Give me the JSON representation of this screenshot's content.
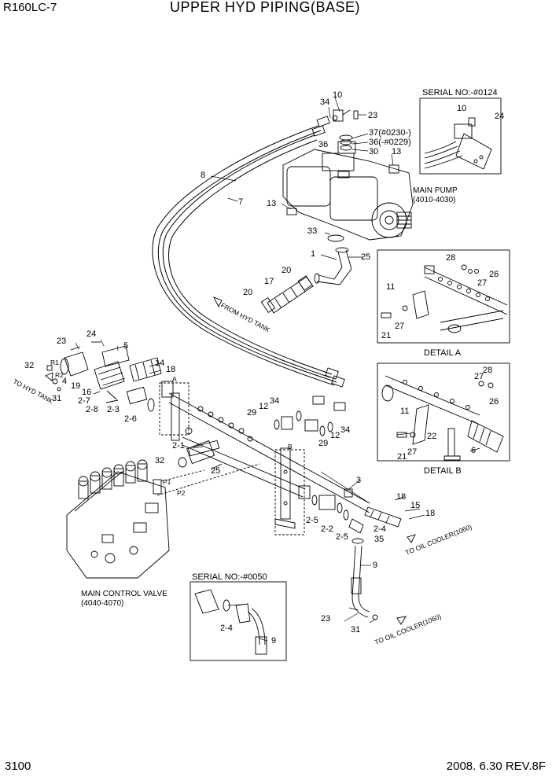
{
  "header": {
    "model": "R160LC-7",
    "title": "UPPER HYD PIPING(BASE)"
  },
  "footer": {
    "page": "3100",
    "revision": "2008. 6.30  REV.8F"
  },
  "insets": {
    "serial_top": "SERIAL NO:-#0124",
    "detail_a": "DETAIL A",
    "detail_b": "DETAIL B",
    "serial_bottom": "SERIAL NO:-#0050"
  },
  "labels": {
    "main_pump": "MAIN PUMP",
    "main_pump_range": "(4010-4030)",
    "main_control_valve": "MAIN CONTROL VALVE",
    "mcv_range": "(4040-4070)",
    "from_hyd_tank": "FROM HYD TANK",
    "to_hyd_tank": "TO HYD TANK",
    "to_oil_cooler": "TO OIL COOLER(1060)",
    "p1": "P1",
    "p2": "P2",
    "r1": "R1",
    "r2": "R2",
    "view_a": "A",
    "view_b": "B"
  },
  "callouts": {
    "c10": "10",
    "c34": "34",
    "c23": "23",
    "c37": "37(#0230-)",
    "c36a": "36(-#0229)",
    "c36": "36",
    "c30": "30",
    "c13": "13",
    "c8": "8",
    "c7": "7",
    "c33": "33",
    "c1": "1",
    "c25": "25",
    "c20": "20",
    "c17": "17",
    "c24": "24",
    "c5": "5",
    "c32": "32",
    "c14": "14",
    "c18": "18",
    "c4": "4",
    "c31": "31",
    "c19": "19",
    "c16": "16",
    "c27": "27",
    "c28": "28",
    "c23b": "23",
    "c26": "26",
    "c11": "11",
    "c21": "21",
    "c22": "22",
    "c6": "6",
    "c3": "3",
    "c15": "15",
    "c9": "9",
    "c12": "12",
    "c29": "29",
    "c35": "35",
    "c2_1": "2-1",
    "c2_2": "2-2",
    "c2_3": "2-3",
    "c2_4": "2-4",
    "c2_5": "2-5",
    "c2_6": "2-6",
    "c2_7": "2-7",
    "c2_8": "2-8"
  }
}
